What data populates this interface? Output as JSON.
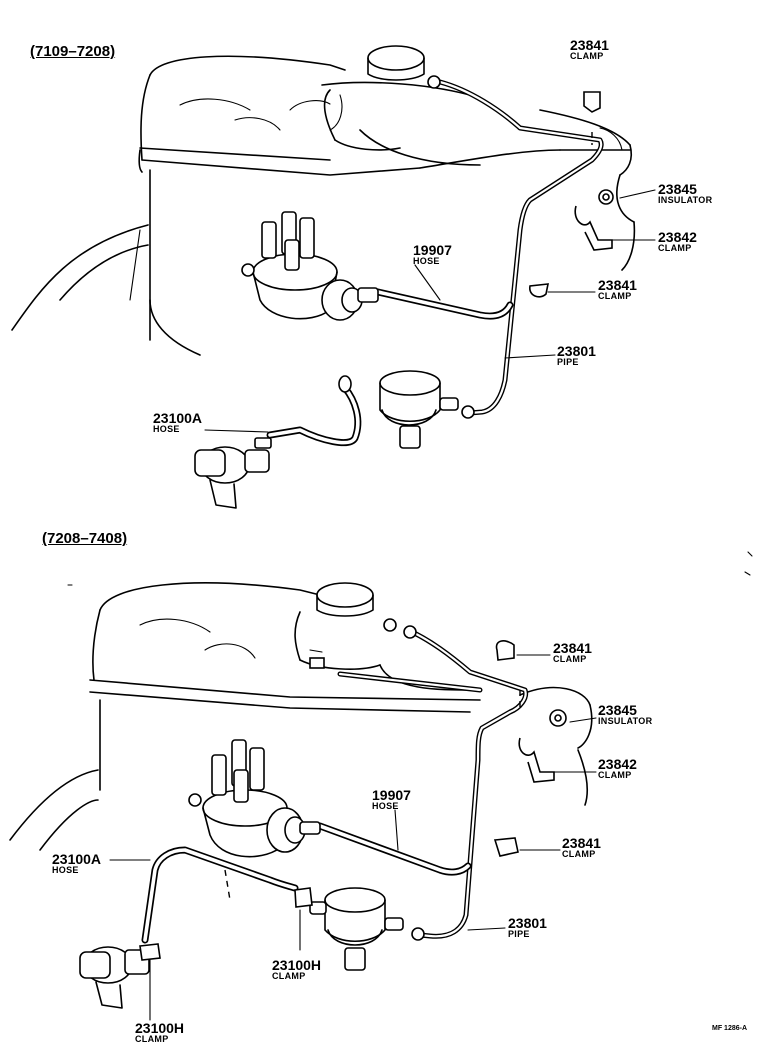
{
  "top": {
    "header": "(7109–7208)",
    "parts": [
      {
        "num": "23841",
        "name": "CLAMP"
      },
      {
        "num": "23845",
        "name": "INSULATOR"
      },
      {
        "num": "23842",
        "name": "CLAMP"
      },
      {
        "num": "19907",
        "name": "HOSE"
      },
      {
        "num": "23841",
        "name": "CLAMP"
      },
      {
        "num": "23801",
        "name": "PIPE"
      },
      {
        "num": "23100A",
        "name": "HOSE"
      }
    ]
  },
  "bottom": {
    "header": "(7208–7408)",
    "parts": [
      {
        "num": "23841",
        "name": "CLAMP"
      },
      {
        "num": "23845",
        "name": "INSULATOR"
      },
      {
        "num": "23842",
        "name": "CLAMP"
      },
      {
        "num": "19907",
        "name": "HOSE"
      },
      {
        "num": "23841",
        "name": "CLAMP"
      },
      {
        "num": "23100A",
        "name": "HOSE"
      },
      {
        "num": "23801",
        "name": "PIPE"
      },
      {
        "num": "23100H",
        "name": "CLAMP"
      },
      {
        "num": "23100H",
        "name": "CLAMP"
      }
    ]
  },
  "footer_code": "MF 1286-A"
}
